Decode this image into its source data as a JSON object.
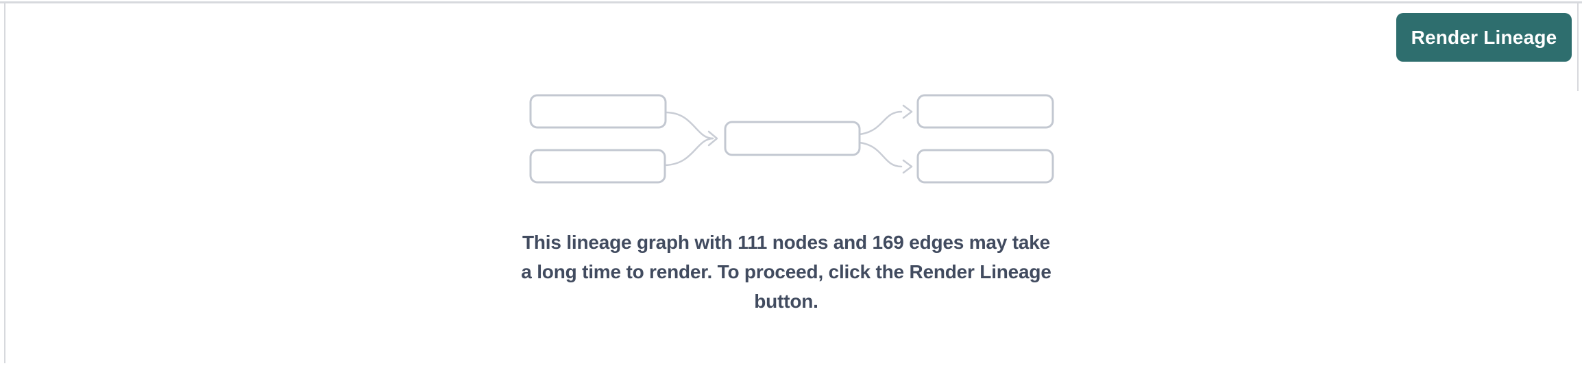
{
  "toolbar": {
    "render_lineage_button": "Render Lineage"
  },
  "message": {
    "lines": [
      "This lineage graph with 111 nodes and 169 edges may take",
      "a long time to render. To proceed, click the Render Lineage",
      "button."
    ],
    "full_text": "This lineage graph with 111 nodes and 169 edges may take a long time to render. To proceed, click the Render Lineage button.",
    "node_count": 111,
    "edge_count": 169
  },
  "illustration": {
    "icon": "lineage-graph-icon",
    "node_boxes": 5,
    "edges": 4
  },
  "colors": {
    "background": "#ffffff",
    "panel_border": "#d7d9dd",
    "button_bg": "#2e6e6e",
    "button_text": "#ffffff",
    "message_text": "#414b5f",
    "node_border": "#c3c8d1",
    "edge_stroke": "#c9cdd5"
  }
}
